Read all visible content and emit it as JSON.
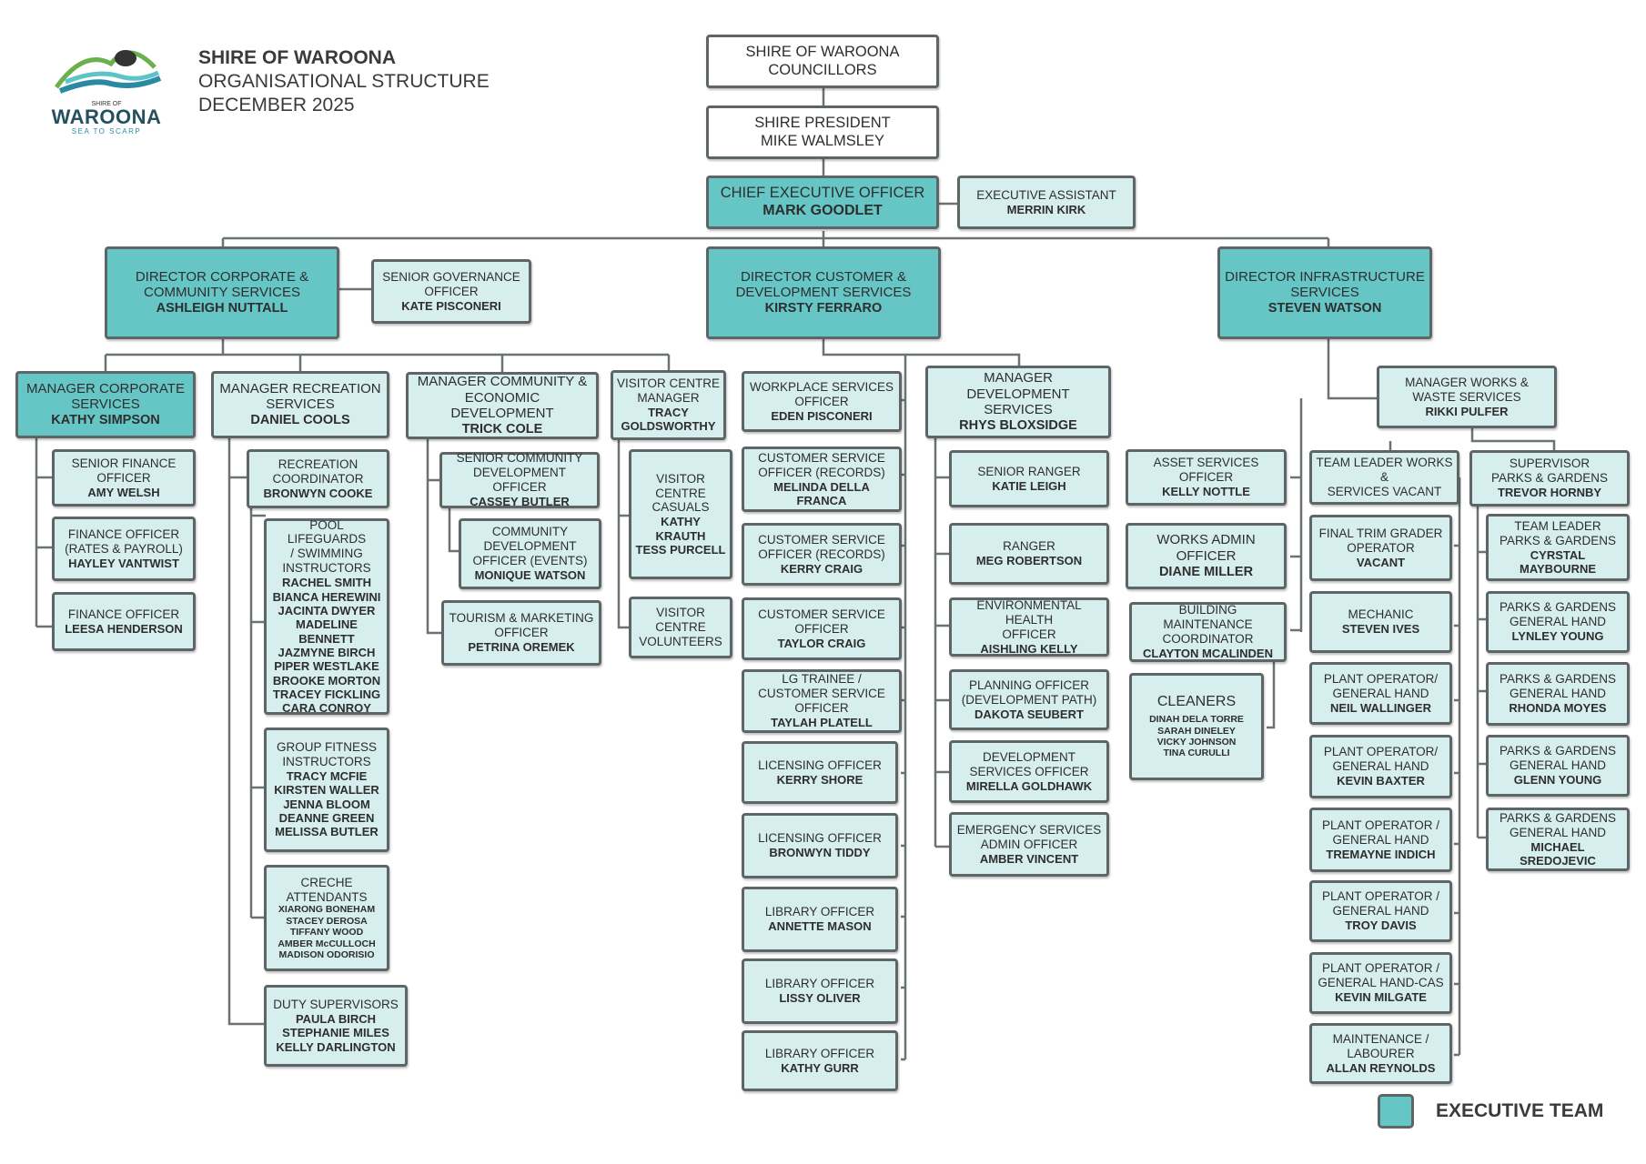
{
  "header": {
    "line1": "SHIRE OF WAROONA",
    "line2": "ORGANISATIONAL STRUCTURE",
    "line3": "DECEMBER 2025"
  },
  "logo": {
    "small": "SHIRE OF",
    "name": "WAROONA",
    "tagline": "SEA TO SCARP"
  },
  "legend": {
    "label": "EXECUTIVE TEAM"
  },
  "colors": {
    "executive": "#66c6c6",
    "staff": "#d6eeee",
    "border": "#5d6566",
    "line": "#6b7273"
  },
  "top": {
    "councillors": {
      "role": [
        "SHIRE OF WAROONA",
        "COUNCILLORS"
      ]
    },
    "president": {
      "role": [
        "SHIRE PRESIDENT",
        "MIKE WALMSLEY"
      ]
    },
    "ceo": {
      "role": [
        "CHIEF EXECUTIVE OFFICER"
      ],
      "names": [
        "MARK GOODLET"
      ]
    },
    "ea": {
      "role": [
        "EXECUTIVE ASSISTANT"
      ],
      "names": [
        "MERRIN KIRK"
      ]
    }
  },
  "corporate": {
    "director": {
      "role": [
        "DIRECTOR CORPORATE &",
        "COMMUNITY SERVICES"
      ],
      "names": [
        "ASHLEIGH NUTTALL"
      ]
    },
    "governance": {
      "role": [
        "SENIOR GOVERNANCE",
        "OFFICER"
      ],
      "names": [
        "KATE PISCONERI"
      ]
    },
    "mgr_corporate": {
      "role": [
        "MANAGER CORPORATE",
        "SERVICES"
      ],
      "names": [
        "KATHY SIMPSON"
      ]
    },
    "senior_finance": {
      "role": [
        "SENIOR FINANCE",
        "OFFICER"
      ],
      "names": [
        "AMY WELSH"
      ]
    },
    "finance_rates": {
      "role": [
        "FINANCE OFFICER",
        "(RATES & PAYROLL)"
      ],
      "names": [
        "HAYLEY VANTWIST"
      ]
    },
    "finance_officer": {
      "role": [
        "FINANCE OFFICER"
      ],
      "names": [
        "LEESA HENDERSON"
      ]
    },
    "mgr_recreation": {
      "role": [
        "MANAGER RECREATION",
        "SERVICES"
      ],
      "names": [
        "DANIEL COOLS"
      ]
    },
    "rec_coordinator": {
      "role": [
        "RECREATION",
        "COORDINATOR"
      ],
      "names": [
        "BRONWYN COOKE"
      ]
    },
    "pool": {
      "role": [
        "POOL LIFEGUARDS",
        "/ SWIMMING",
        "INSTRUCTORS"
      ],
      "names": [
        "RACHEL SMITH",
        "BIANCA HEREWINI",
        "JACINTA DWYER",
        "MADELINE",
        "BENNETT",
        "JAZMYNE BIRCH",
        "PIPER WESTLAKE",
        "BROOKE MORTON",
        "TRACEY FICKLING",
        "CARA CONROY"
      ]
    },
    "fitness": {
      "role": [
        "GROUP  FITNESS",
        "INSTRUCTORS"
      ],
      "names": [
        "TRACY MCFIE",
        "KIRSTEN WALLER",
        "JENNA BLOOM",
        "DEANNE GREEN",
        "MELISSA BUTLER"
      ]
    },
    "creche": {
      "role": [
        "CRECHE",
        "ATTENDANTS"
      ],
      "names": [
        "XIARONG BONEHAM",
        "STACEY DEROSA",
        "TIFFANY WOOD",
        "AMBER McCULLOCH",
        "MADISON ODORISIO"
      ]
    },
    "duty": {
      "role": [
        "DUTY SUPERVISORS"
      ],
      "names": [
        "PAULA BIRCH",
        "STEPHANIE MILES",
        "KELLY DARLINGTON"
      ]
    },
    "mgr_community": {
      "role": [
        "MANAGER COMMUNITY &",
        "ECONOMIC DEVELOPMENT"
      ],
      "names": [
        "TRICK COLE"
      ]
    },
    "senior_comm_dev": {
      "role": [
        "SENIOR COMMUNITY",
        "DEVELOPMENT OFFICER"
      ],
      "names": [
        "CASSEY BUTLER"
      ]
    },
    "comm_dev_events": {
      "role": [
        "COMMUNITY",
        "DEVELOPMENT",
        "OFFICER (EVENTS)"
      ],
      "names": [
        "MONIQUE WATSON"
      ]
    },
    "tourism": {
      "role": [
        "TOURISM & MARKETING",
        "OFFICER"
      ],
      "names": [
        "PETRINA OREMEK"
      ]
    },
    "visitor_mgr": {
      "role": [
        "VISITOR CENTRE",
        "MANAGER"
      ],
      "names": [
        "TRACY",
        "GOLDSWORTHY"
      ]
    },
    "visitor_casuals": {
      "role": [
        "VISITOR",
        "CENTRE",
        "CASUALS"
      ],
      "names": [
        "KATHY KRAUTH",
        "TESS PURCELL"
      ]
    },
    "visitor_volunteers": {
      "role": [
        "VISITOR",
        "CENTRE",
        "VOLUNTEERS"
      ]
    }
  },
  "customer": {
    "director": {
      "role": [
        "DIRECTOR CUSTOMER &",
        "DEVELOPMENT SERVICES"
      ],
      "names": [
        "KIRSTY FERRARO"
      ]
    },
    "workplace": {
      "role": [
        "WORKPLACE SERVICES",
        "OFFICER"
      ],
      "names": [
        "EDEN PISCONERI"
      ]
    },
    "cs_records_1": {
      "role": [
        "CUSTOMER SERVICE",
        "OFFICER (RECORDS)"
      ],
      "names": [
        "MELINDA DELLA",
        "FRANCA"
      ]
    },
    "cs_records_2": {
      "role": [
        "CUSTOMER SERVICE",
        "OFFICER (RECORDS)"
      ],
      "names": [
        "KERRY CRAIG"
      ]
    },
    "cs_officer": {
      "role": [
        "CUSTOMER SERVICE",
        "OFFICER"
      ],
      "names": [
        "TAYLOR CRAIG"
      ]
    },
    "lg_trainee": {
      "role": [
        "LG TRAINEE /",
        "CUSTOMER SERVICE",
        "OFFICER"
      ],
      "names": [
        "TAYLAH PLATELL"
      ]
    },
    "licensing_1": {
      "role": [
        "LICENSING OFFICER"
      ],
      "names": [
        "KERRY SHORE"
      ]
    },
    "licensing_2": {
      "role": [
        "LICENSING OFFICER"
      ],
      "names": [
        "BRONWYN TIDDY"
      ]
    },
    "library_1": {
      "role": [
        "LIBRARY OFFICER"
      ],
      "names": [
        "ANNETTE MASON"
      ]
    },
    "library_2": {
      "role": [
        "LIBRARY OFFICER"
      ],
      "names": [
        "LISSY OLIVER"
      ]
    },
    "library_3": {
      "role": [
        "LIBRARY OFFICER"
      ],
      "names": [
        "KATHY GURR"
      ]
    },
    "mgr_development": {
      "role": [
        "MANAGER",
        "DEVELOPMENT",
        "SERVICES"
      ],
      "names": [
        "RHYS BLOXSIDGE"
      ]
    },
    "senior_ranger": {
      "role": [
        "SENIOR RANGER"
      ],
      "names": [
        "KATIE LEIGH"
      ]
    },
    "ranger": {
      "role": [
        "RANGER"
      ],
      "names": [
        "MEG ROBERTSON"
      ]
    },
    "env_health": {
      "role": [
        "ENVIRONMENTAL HEALTH",
        "OFFICER"
      ],
      "names": [
        "AISHLING KELLY"
      ]
    },
    "planning": {
      "role": [
        "PLANNING OFFICER",
        "(DEVELOPMENT PATH)"
      ],
      "names": [
        "DAKOTA SEUBERT"
      ]
    },
    "dev_services": {
      "role": [
        "DEVELOPMENT",
        "SERVICES OFFICER"
      ],
      "names": [
        "MIRELLA GOLDHAWK"
      ]
    },
    "emergency": {
      "role": [
        "EMERGENCY SERVICES",
        "ADMIN OFFICER"
      ],
      "names": [
        "AMBER VINCENT"
      ]
    }
  },
  "infrastructure": {
    "director": {
      "role": [
        "DIRECTOR INFRASTRUCTURE",
        "SERVICES"
      ],
      "names": [
        "STEVEN WATSON"
      ]
    },
    "asset": {
      "role": [
        "ASSET  SERVICES",
        "OFFICER"
      ],
      "names": [
        "KELLY NOTTLE"
      ]
    },
    "works_admin": {
      "role": [
        "WORKS ADMIN",
        "OFFICER"
      ],
      "names": [
        "DIANE MILLER"
      ]
    },
    "building": {
      "role": [
        "BUILDING MAINTENANCE",
        "COORDINATOR"
      ],
      "names": [
        "CLAYTON MCALINDEN"
      ]
    },
    "cleaners": {
      "role": [
        "CLEANERS"
      ],
      "names": [
        "DINAH DELA TORRE",
        "SARAH DINELEY",
        "VICKY JOHNSON",
        "TINA CURULLI"
      ]
    },
    "mgr_works": {
      "role": [
        "MANAGER WORKS &",
        "WASTE SERVICES"
      ],
      "names": [
        "RIKKI PULFER"
      ]
    },
    "tl_works": {
      "role": [
        "TEAM LEADER  WORKS &",
        "SERVICES VACANT"
      ]
    },
    "grader": {
      "role": [
        "FINAL TRIM GRADER",
        "OPERATOR"
      ],
      "names": [
        "VACANT"
      ]
    },
    "mechanic": {
      "role": [
        "MECHANIC"
      ],
      "names": [
        "STEVEN IVES"
      ]
    },
    "plant_1": {
      "role": [
        "PLANT OPERATOR/",
        "GENERAL HAND"
      ],
      "names": [
        "NEIL WALLINGER"
      ]
    },
    "plant_2": {
      "role": [
        "PLANT OPERATOR/",
        "GENERAL HAND"
      ],
      "names": [
        "KEVIN BAXTER"
      ]
    },
    "plant_3": {
      "role": [
        "PLANT OPERATOR /",
        "GENERAL HAND"
      ],
      "names": [
        "TREMAYNE INDICH"
      ]
    },
    "plant_4": {
      "role": [
        "PLANT OPERATOR /",
        "GENERAL HAND"
      ],
      "names": [
        "TROY DAVIS"
      ]
    },
    "plant_5": {
      "role": [
        "PLANT OPERATOR /",
        "GENERAL HAND-CAS"
      ],
      "names": [
        "KEVIN MILGATE"
      ]
    },
    "maintenance": {
      "role": [
        "MAINTENANCE /",
        "LABOURER"
      ],
      "names": [
        "ALLAN REYNOLDS"
      ]
    },
    "supervisor_parks": {
      "role": [
        "SUPERVISOR",
        "PARKS & GARDENS"
      ],
      "names": [
        "TREVOR HORNBY"
      ]
    },
    "tl_parks": {
      "role": [
        "TEAM LEADER",
        "PARKS & GARDENS"
      ],
      "names": [
        "CYRSTAL",
        "MAYBOURNE"
      ]
    },
    "parks_1": {
      "role": [
        "PARKS & GARDENS",
        "GENERAL HAND"
      ],
      "names": [
        "LYNLEY YOUNG"
      ]
    },
    "parks_2": {
      "role": [
        "PARKS & GARDENS",
        "GENERAL HAND"
      ],
      "names": [
        "RHONDA MOYES"
      ]
    },
    "parks_3": {
      "role": [
        "PARKS & GARDENS",
        "GENERAL HAND"
      ],
      "names": [
        "GLENN YOUNG"
      ]
    },
    "parks_4": {
      "role": [
        "PARKS & GARDENS",
        "GENERAL HAND"
      ],
      "names": [
        "MICHAEL SREDOJEVIC"
      ]
    }
  }
}
